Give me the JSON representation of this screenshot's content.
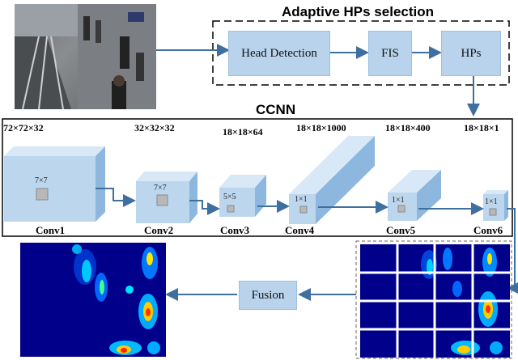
{
  "hps": {
    "title": "Adaptive HPs selection",
    "head_detection": "Head Detection",
    "fis": "FIS",
    "hps_label": "HPs"
  },
  "ccnn": {
    "title": "CCNN",
    "dims": [
      "72×72×32",
      "32×32×32",
      "18×18×64",
      "18×18×1000",
      "18×18×400",
      "18×18×1"
    ],
    "kernels": [
      "7×7",
      "7×7",
      "5×5",
      "1×1",
      "1×1",
      "1×1"
    ],
    "layers": [
      "Conv1",
      "Conv2",
      "Conv3",
      "Conv4",
      "Conv5",
      "Conv6"
    ]
  },
  "fusion": "Fusion",
  "colors": {
    "box": "#bcd6ee",
    "arrow": "#3f6f9f",
    "heat_bg": "#00008b"
  }
}
